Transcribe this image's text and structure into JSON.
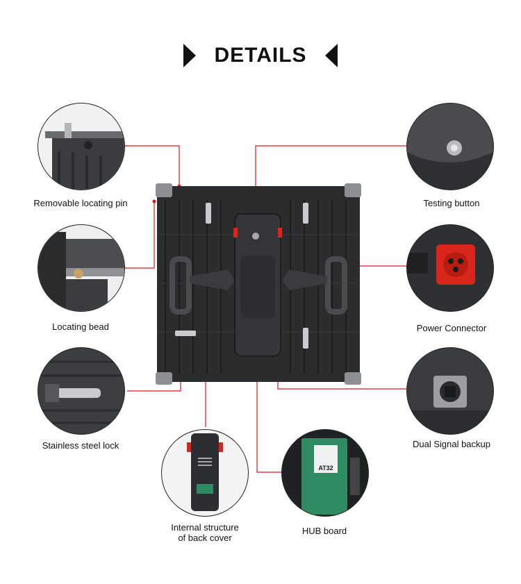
{
  "heading": {
    "title": "DETAILS"
  },
  "callouts": {
    "removable_locating_pin": "Removable locating pin",
    "locating_bead": "Locating bead",
    "stainless_steel_lock": "Stainless steel lock",
    "internal_structure_line1": "Internal structure",
    "internal_structure_line2": "of back cover",
    "hub_board": "HUB board",
    "testing_button": "Testing button",
    "power_connector": "Power Connector",
    "dual_signal_backup": "Dual Signal backup"
  },
  "hub_board_label": "AT32",
  "colors": {
    "leader_line": "#e0141e",
    "panel_body": "#2b2c2e",
    "connector_red": "#d9261c",
    "pcb_green": "#2f8b62"
  }
}
